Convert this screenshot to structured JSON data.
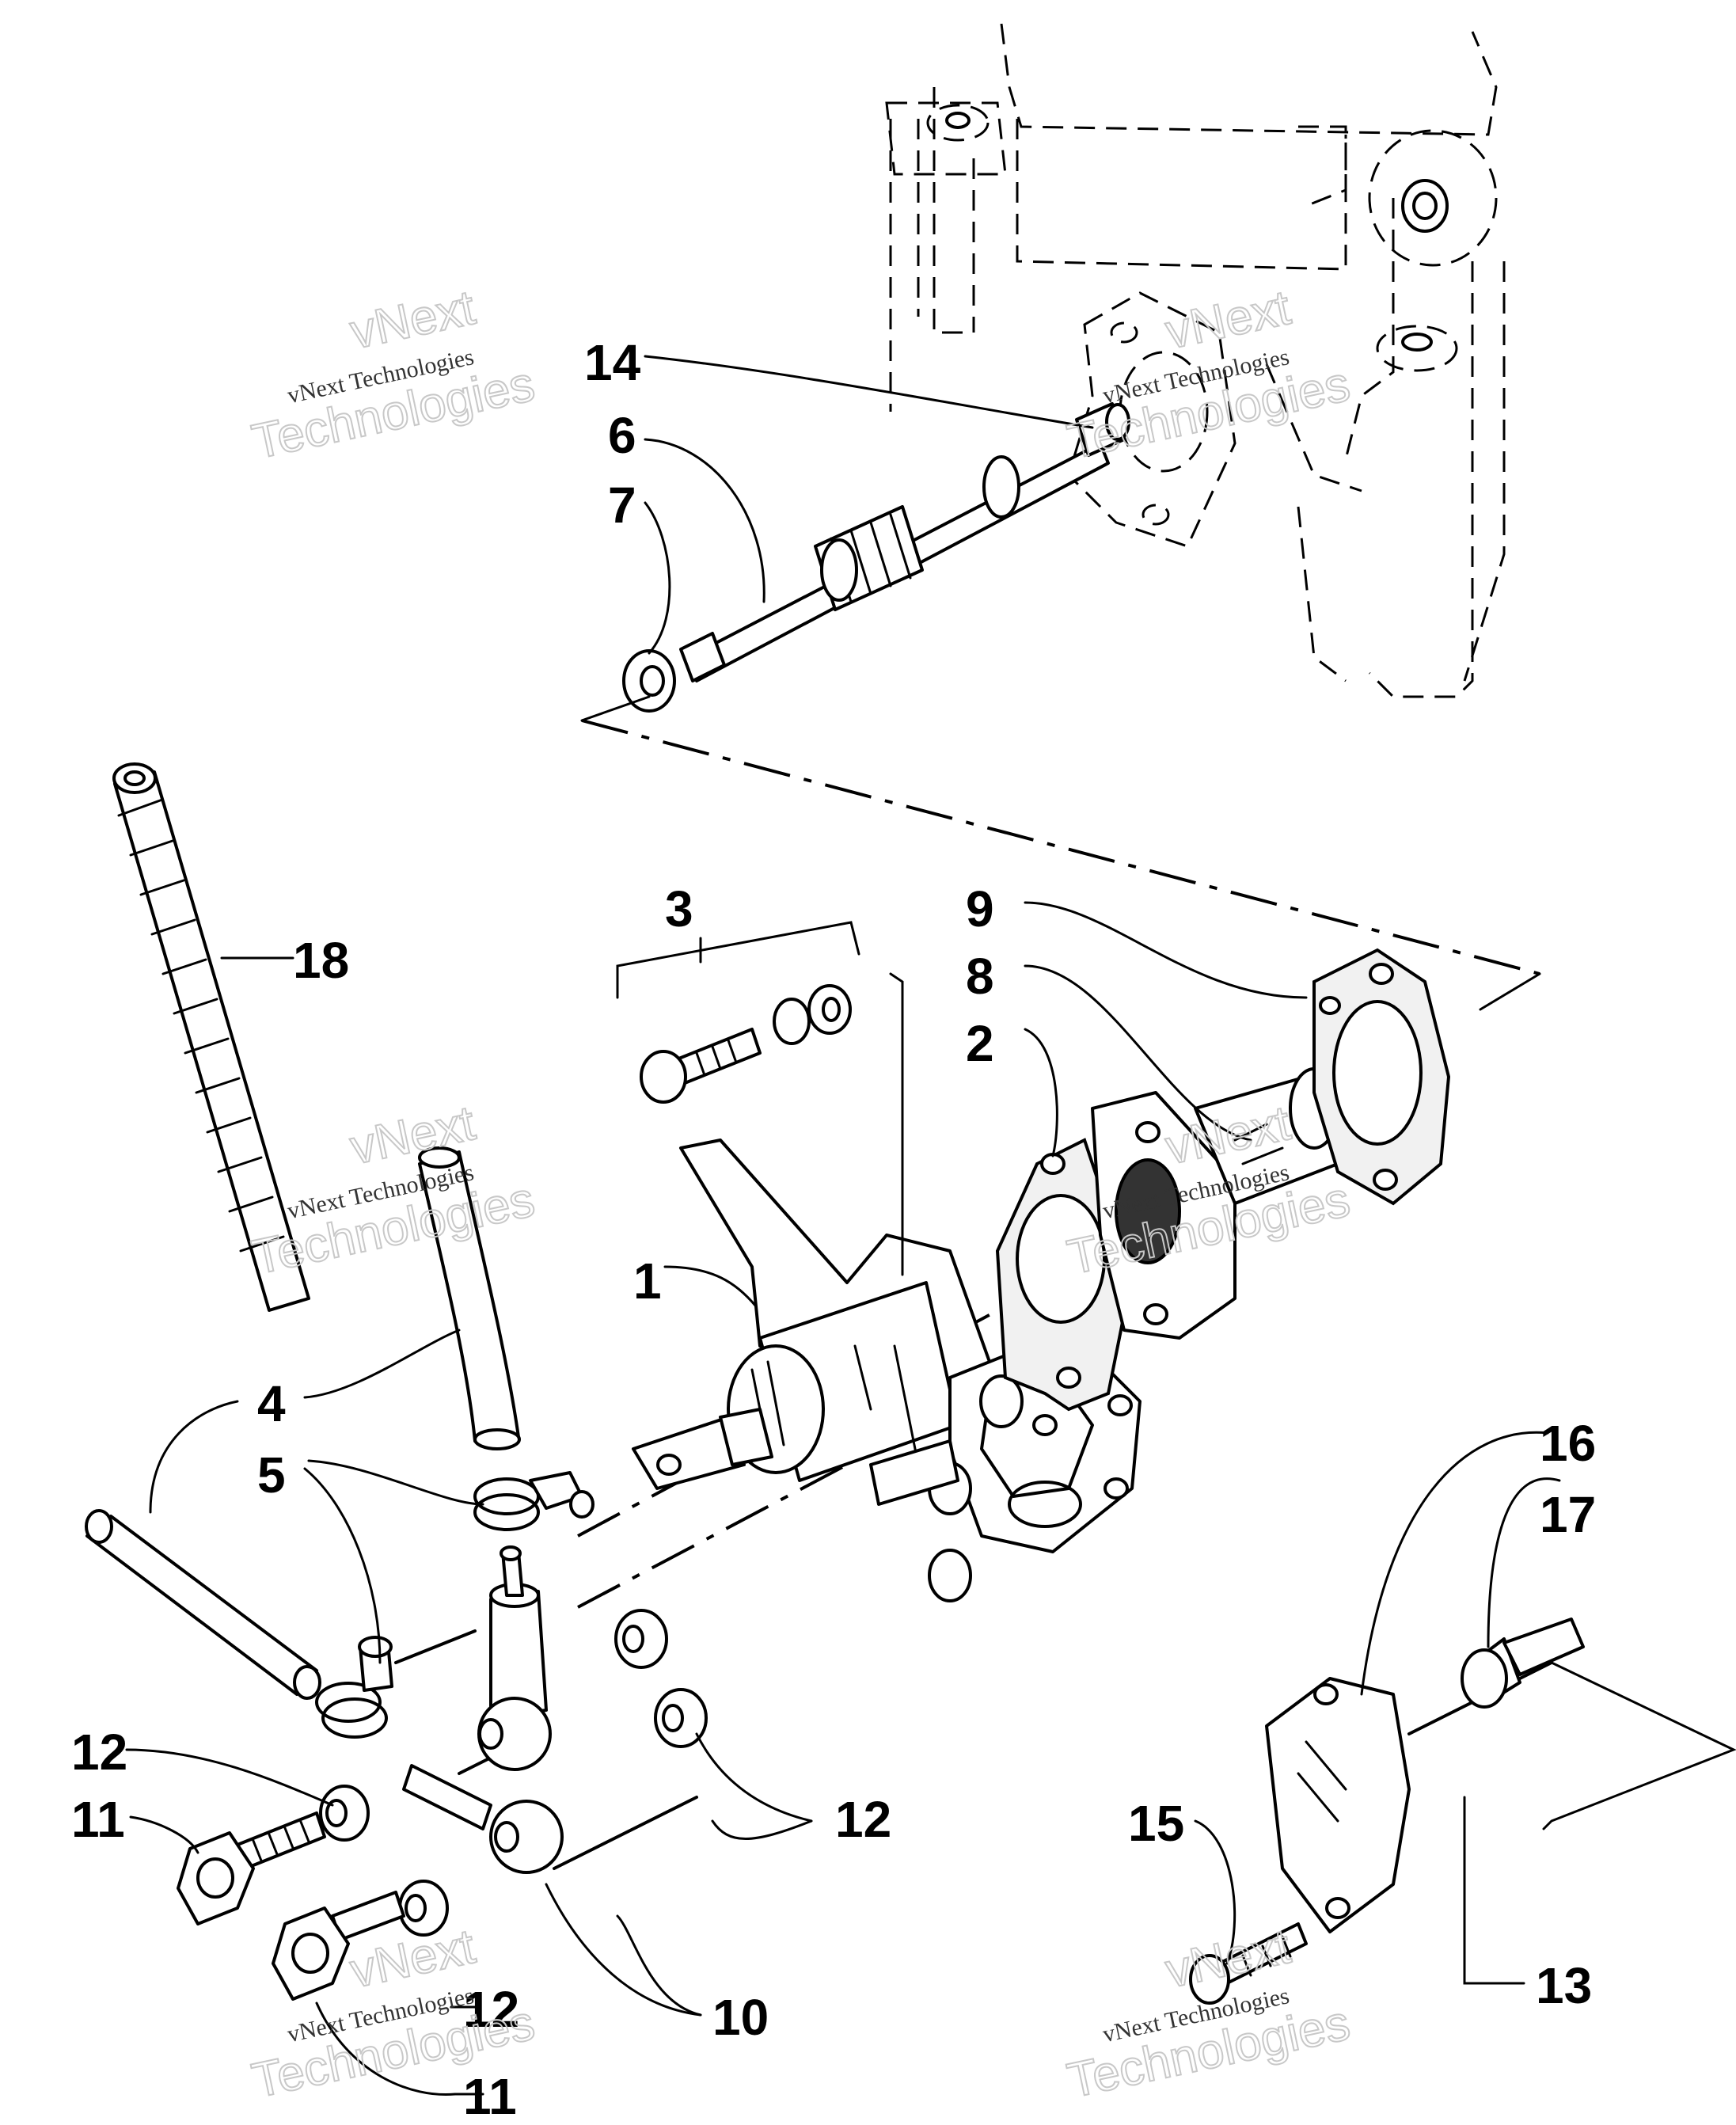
{
  "watermark": {
    "small": "vNext Technologies",
    "big_line1": "vNext",
    "big_line2": "Technologies"
  },
  "callouts": {
    "c1": "1",
    "c2": "2",
    "c3": "3",
    "c4": "4",
    "c5": "5",
    "c6": "6",
    "c7": "7",
    "c8": "8",
    "c9": "9",
    "c10": "10",
    "c11a": "11",
    "c11b": "11",
    "c12a": "12",
    "c12b": "12",
    "c12c": "12",
    "c13": "13",
    "c14": "14",
    "c15": "15",
    "c16": "16",
    "c17": "17",
    "c18": "18"
  }
}
